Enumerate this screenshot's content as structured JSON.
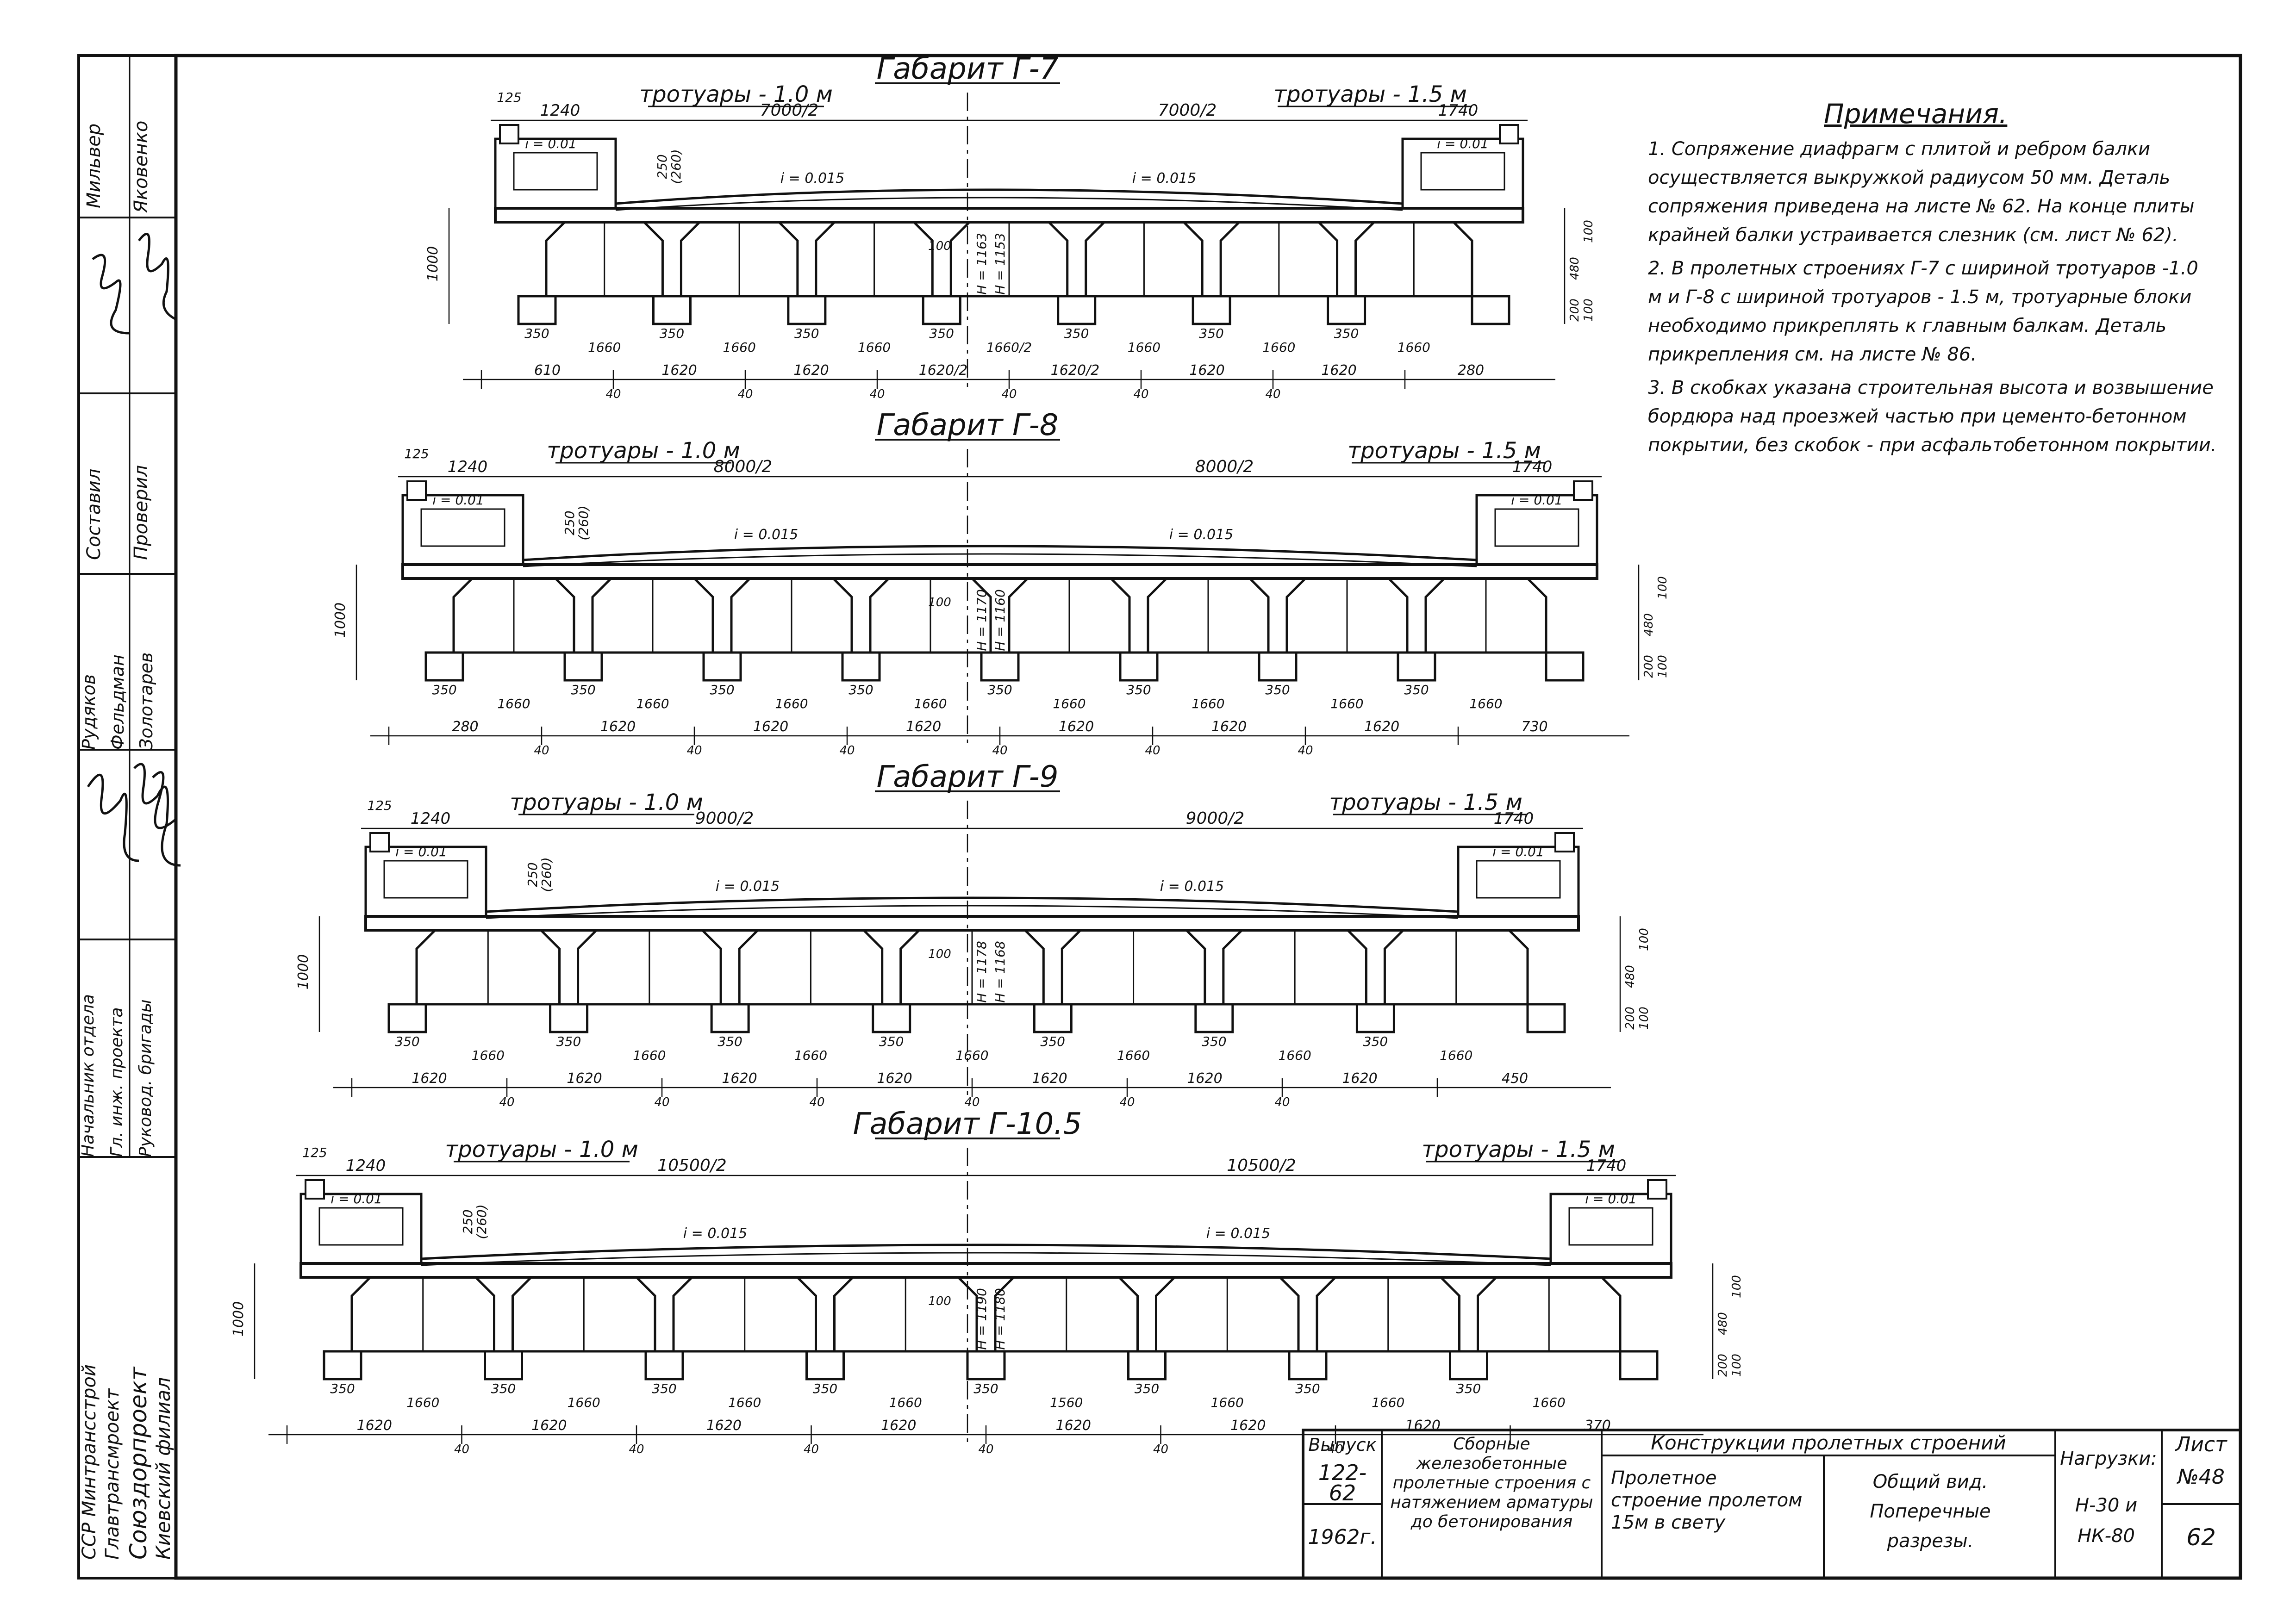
{
  "side_stamp": {
    "signers_top": [
      "Мильвер",
      "Яковенко"
    ],
    "roles_mid": [
      "Составил",
      "Проверил"
    ],
    "signers_mid": [
      "Рудяков",
      "Фельдман",
      "Золотарев"
    ],
    "roles_bottom": [
      "Начальник отдела",
      "Гл. инж. проекта",
      "Руковод. бригады"
    ],
    "org": [
      "ССР Минтрансстрой",
      "Главтрансмроект",
      "Союздорпроект",
      "Киевский филиал"
    ]
  },
  "sections": [
    {
      "title": "Габарит Г-7",
      "walk_left": "тротуары - 1.0 м",
      "walk_right": "тротуары - 1.5 м",
      "half_left": "7000/2",
      "half_right": "7000/2",
      "left_w": "1240",
      "right_w": "1740",
      "curb_top": "125",
      "slope_walk": "i = 0.01",
      "slope_road": "i = 0.015",
      "h_total": "1000",
      "h_center": "H = 1163",
      "h_center_alt": "H = 1153",
      "pave": "250",
      "pave_alt": "(260)",
      "beam_w": "350",
      "gap": "1660",
      "gap_half": "1660/2",
      "rib": "100",
      "bottom_spans": [
        "610",
        "1620",
        "1620",
        "1620/2",
        "1620/2",
        "1620",
        "1620",
        "280"
      ],
      "joint": "40",
      "right_h": [
        "480",
        "100",
        "200",
        "100"
      ],
      "beams": 7,
      "bg_left": 1120,
      "bg_right": 3240
    },
    {
      "title": "Габарит Г-8",
      "walk_left": "тротуары - 1.0 м",
      "walk_right": "тротуары - 1.5 м",
      "half_left": "8000/2",
      "half_right": "8000/2",
      "left_w": "1240",
      "right_w": "1740",
      "curb_top": "125",
      "slope_walk": "i = 0.01",
      "slope_road": "i = 0.015",
      "h_total": "1000",
      "h_center": "H = 1170",
      "h_center_alt": "H = 1160",
      "pave": "250",
      "pave_alt": "(260)",
      "beam_w": "350",
      "gap": "1660",
      "gap_half": "1660",
      "rib": "100",
      "bottom_spans": [
        "280",
        "1620",
        "1620",
        "1620",
        "1620",
        "1620",
        "1620",
        "730"
      ],
      "joint": "40",
      "right_h": [
        "480",
        "100",
        "200",
        "100"
      ],
      "beams": 8,
      "bg_left": 920,
      "bg_right": 3400
    },
    {
      "title": "Габарит Г-9",
      "walk_left": "тротуары - 1.0 м",
      "walk_right": "тротуары - 1.5 м",
      "half_left": "9000/2",
      "half_right": "9000/2",
      "left_w": "1240",
      "right_w": "1740",
      "curb_top": "125",
      "slope_walk": "i = 0.01",
      "slope_road": "i = 0.015",
      "h_total": "1000",
      "h_center": "H = 1178",
      "h_center_alt": "H = 1168",
      "pave": "250",
      "pave_alt": "(260)",
      "beam_w": "350",
      "gap": "1660",
      "gap_half": "1660",
      "rib": "100",
      "bottom_spans": [
        "1620",
        "1620",
        "1620",
        "1620",
        "1620",
        "1620",
        "1620",
        "450"
      ],
      "joint": "40",
      "right_h": [
        "480",
        "100",
        "200",
        "100"
      ],
      "beams": 7,
      "bg_left": 840,
      "bg_right": 3360
    },
    {
      "title": "Габарит Г-10.5",
      "walk_left": "тротуары - 1.0 м",
      "walk_right": "тротуары - 1.5 м",
      "half_left": "10500/2",
      "half_right": "10500/2",
      "left_w": "1240",
      "right_w": "1740",
      "curb_top": "125",
      "slope_walk": "i = 0.01",
      "slope_road": "i = 0.015",
      "h_total": "1000",
      "h_center": "H = 1190",
      "h_center_alt": "H = 1180",
      "pave": "250",
      "pave_alt": "(260)",
      "beam_w": "350",
      "gap": "1660",
      "gap_half": "1560",
      "rib": "100",
      "bottom_spans": [
        "1620",
        "1620",
        "1620",
        "1620",
        "1620",
        "1620",
        "1620",
        "370"
      ],
      "joint": "40",
      "right_h": [
        "480",
        "100",
        "200",
        "100"
      ],
      "beams": 8,
      "bg_left": 700,
      "bg_right": 3560
    }
  ],
  "notes": {
    "title": "Примечания.",
    "items": [
      "1. Сопряжение диафрагм с плитой и ребром балки осуществляется выкружкой радиусом 50 мм. Деталь сопряжения приведена на листе № 62. На конце плиты крайней балки устраивается слезник (см. лист № 62).",
      "2. В пролетных строениях Г-7 с шириной тротуаров -1.0 м и Г-8 с шириной тротуаров - 1.5 м, тротуарные блоки необходимо прикреплять к главным балкам. Деталь прикрепления см. на листе № 86.",
      "3. В скобках указана строительная высота и возвышение бордюра над проезжей частью при цементо-бетонном покрытии, без скобок - при асфальтобетонном покрытии."
    ]
  },
  "title_block": {
    "issue_label": "Выпуск",
    "issue": "122-62",
    "year": "1962г.",
    "series": "Сборные железобетонные пролетные строения с натяжением арматуры до бетонирования",
    "header": "Конструкции пролетных строений",
    "object": "Пролетное строение пролетом 15м в свету",
    "view": "Общий вид. Поперечные разрезы.",
    "load_label": "Нагрузки:",
    "loads": "Н-30 и НК-80",
    "sheet_label": "Лист",
    "sheet_no": "№48",
    "sheet_page": "62"
  }
}
